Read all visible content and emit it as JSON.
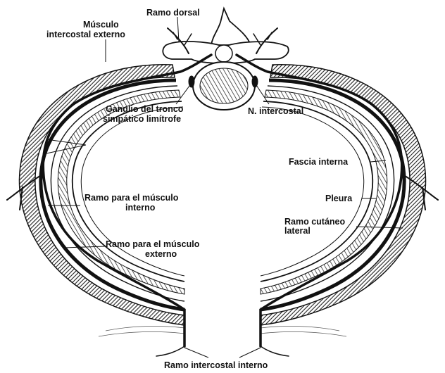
{
  "labels": {
    "ramo_dorsal": "Ramo dorsal",
    "musculo_line1": "Músculo",
    "musculo_line2": "intercostal externo",
    "ganglio_line1": "Ganglio del tronco",
    "ganglio_line2": "simpático limítrofe",
    "n_intercostal": "N. intercostal",
    "fascia_interna": "Fascia interna",
    "pleura": "Pleura",
    "cutaneo_line1": "Ramo cutáneo",
    "cutaneo_line2": "lateral",
    "interno_line1": "Ramo para el músculo",
    "interno_line2": "interno",
    "externo_line1": "Ramo para el músculo",
    "externo_line2": "externo",
    "intercostal_interno": "Ramo intercostal interno"
  },
  "colors": {
    "ink": "#111111",
    "paper": "#ffffff",
    "hatch": "#444444"
  }
}
